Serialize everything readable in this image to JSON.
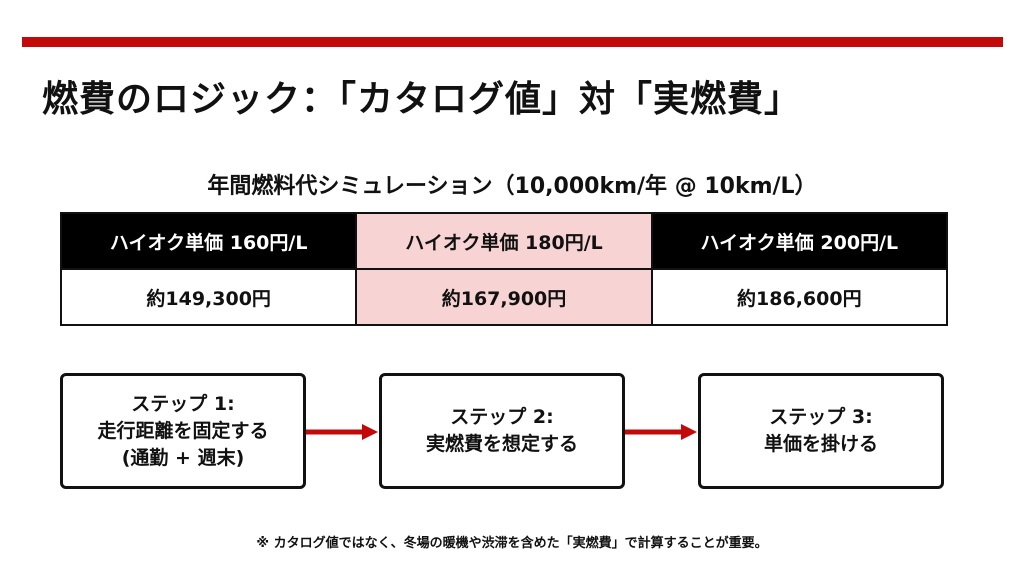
{
  "slide": {
    "title": "燃費のロジック：「カタログ値」対「実燃費」",
    "accent_color": "#c20a0a",
    "highlight_color": "#f8d3d3"
  },
  "simulation": {
    "subtitle": "年間燃料代シミュレーション（10,000km/年 @ 10km/L）",
    "headers": [
      "ハイオク単価 160円/L",
      "ハイオク単価 180円/L",
      "ハイオク単価 200円/L"
    ],
    "values": [
      "約149,300円",
      "約167,900円",
      "約186,600円"
    ],
    "highlighted_column": 1
  },
  "steps": [
    {
      "label": "ステップ 1:",
      "lines": [
        "走行距離を固定する",
        "(通勤 + 週末)"
      ]
    },
    {
      "label": "ステップ 2:",
      "lines": [
        "実燃費を想定する"
      ]
    },
    {
      "label": "ステップ 3:",
      "lines": [
        "単価を掛ける"
      ]
    }
  ],
  "footnote": "※ カタログ値ではなく、冬場の暖機や渋滞を含めた「実燃費」で計算することが重要。"
}
